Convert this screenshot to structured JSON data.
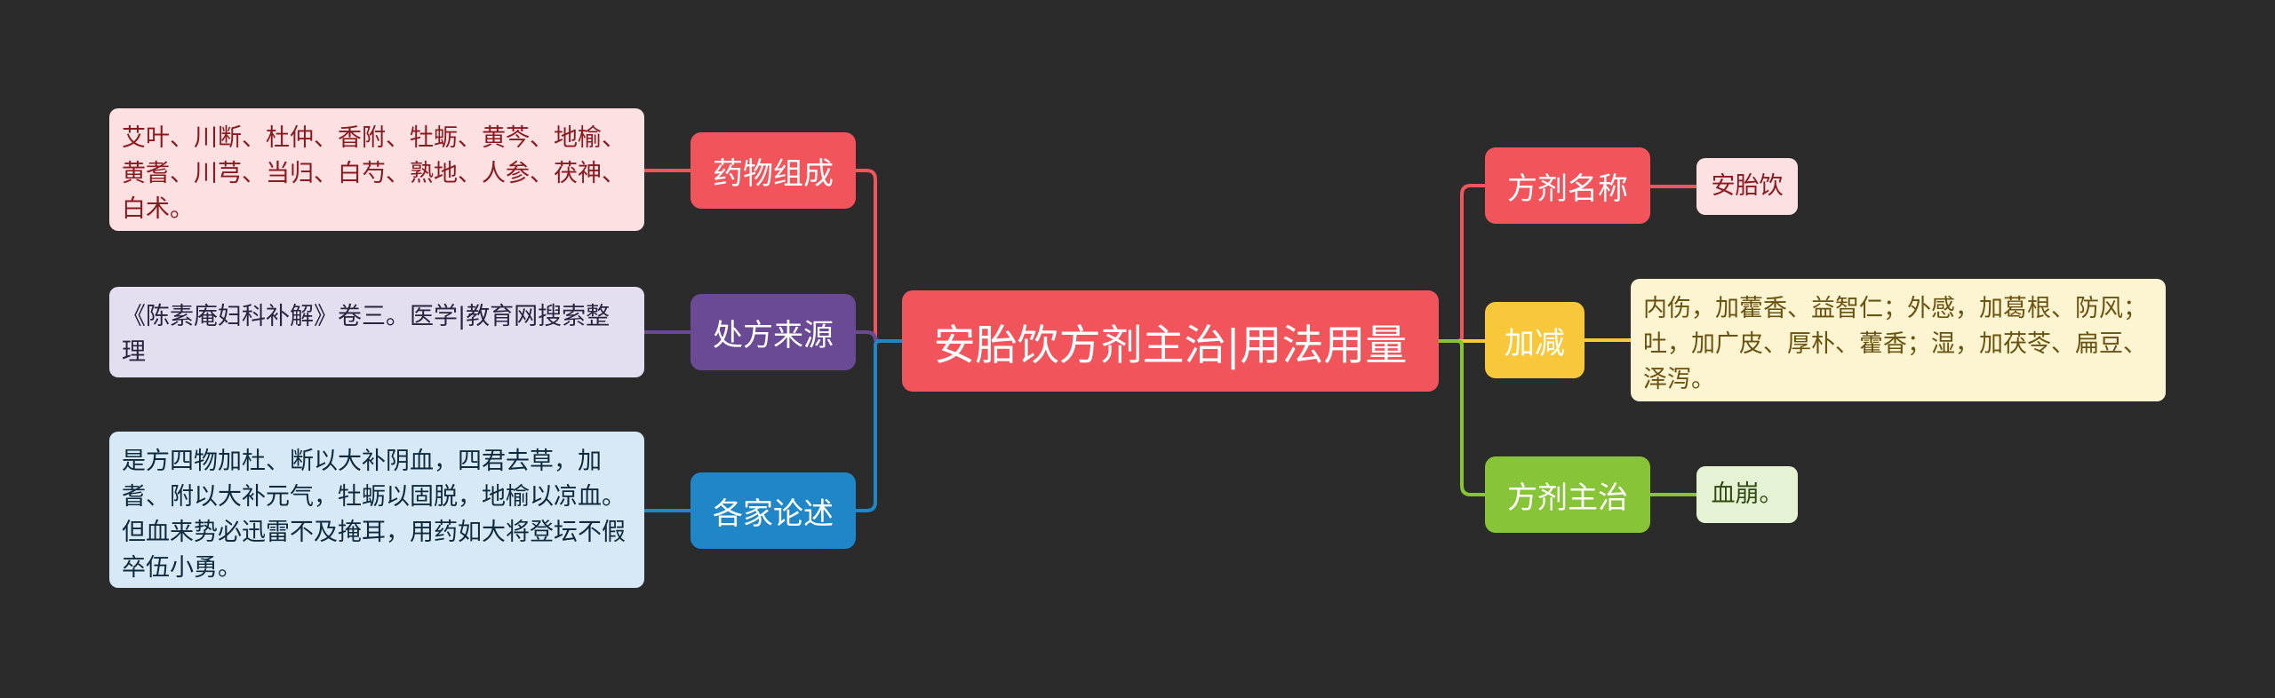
{
  "root": {
    "title": "安胎饮方剂主治|用法用量"
  },
  "left_branches": [
    {
      "label": "药物组成",
      "color": "#f2545b",
      "leaf": "艾叶、川断、杜仲、香附、牡蛎、黄芩、地榆、黄耆、川芎、当归、白芍、熟地、人参、茯神、白术。"
    },
    {
      "label": "处方来源",
      "color": "#6a4a94",
      "leaf": "《陈素庵妇科补解》卷三。医学|教育网搜索整理"
    },
    {
      "label": "各家论述",
      "color": "#1f86c8",
      "leaf": "是方四物加杜、断以大补阴血，四君去草，加耆、附以大补元气，牡蛎以固脱，地榆以凉血。但血来势必迅雷不及掩耳，用药如大将登坛不假卒伍小勇。"
    }
  ],
  "right_branches": [
    {
      "label": "方剂名称",
      "color": "#f2545b",
      "leaf": "安胎饮"
    },
    {
      "label": "加减",
      "color": "#f8c83a",
      "leaf": "内伤，加藿香、益智仁；外感，加葛根、防风；吐，加广皮、厚朴、藿香；湿，加茯苓、扁豆、泽泻。"
    },
    {
      "label": "方剂主治",
      "color": "#88c437",
      "leaf": "血崩。"
    }
  ]
}
